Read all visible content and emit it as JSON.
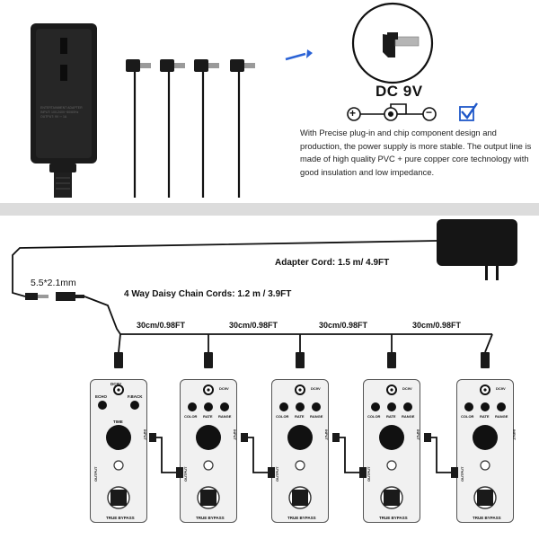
{
  "top": {
    "dc_label": "DC 9V",
    "description": "With Precise plug-in and chip component design and production, the power supply is more stable. The output line is made of high quality PVC + pure copper core technology with good insulation and low impedance.",
    "adapter_text_lines": [
      "ENTERTAINMENT ADAPTER",
      "INPUT: 100-240V~50/60Hz",
      "OUTPUT: 9V ⎓ 1A"
    ],
    "polarity": {
      "plus": "+",
      "minus": "−"
    }
  },
  "diagram": {
    "adapter_cord": "Adapter Cord: 1.5 m/ 4.9FT",
    "plug_size": "5.5*2.1mm",
    "chain_label": "4 Way Daisy Chain Cords: 1.2 m / 3.9FT",
    "segments": [
      "30cm/0.98FT",
      "30cm/0.98FT",
      "30cm/0.98FT",
      "30cm/0.98FT"
    ]
  },
  "pedals": [
    {
      "top_left": "ECHO",
      "top_right": "F.BACK",
      "knob": "TIME",
      "top_center": "DC9V",
      "right_port": "INPUT",
      "left_port": "OUTPUT",
      "footer": "TRUE BYPASS"
    },
    {
      "top_left": "COLOR",
      "top_center": "RATE",
      "top_right": "RANGE",
      "badge": "DC9V",
      "right_port": "INPUT",
      "left_port": "OUTPUT",
      "footer": "TRUE BYPASS"
    },
    {
      "top_left": "COLOR",
      "top_center": "RATE",
      "top_right": "RANGE",
      "badge": "DC9V",
      "right_port": "INPUT",
      "left_port": "OUTPUT",
      "footer": "TRUE BYPASS"
    },
    {
      "top_left": "COLOR",
      "top_center": "RATE",
      "top_right": "RANGE",
      "badge": "DC9V",
      "right_port": "INPUT",
      "left_port": "OUTPUT",
      "footer": "TRUE BYPASS"
    },
    {
      "top_left": "COLOR",
      "top_center": "RATE",
      "top_right": "RANGE",
      "badge": "DC9V",
      "right_port": "INPUT",
      "left_port": "OUTPUT",
      "footer": "TRUE BYPASS"
    }
  ],
  "colors": {
    "accent_blue": "#2b63d6",
    "check_blue": "#1f58c9"
  }
}
